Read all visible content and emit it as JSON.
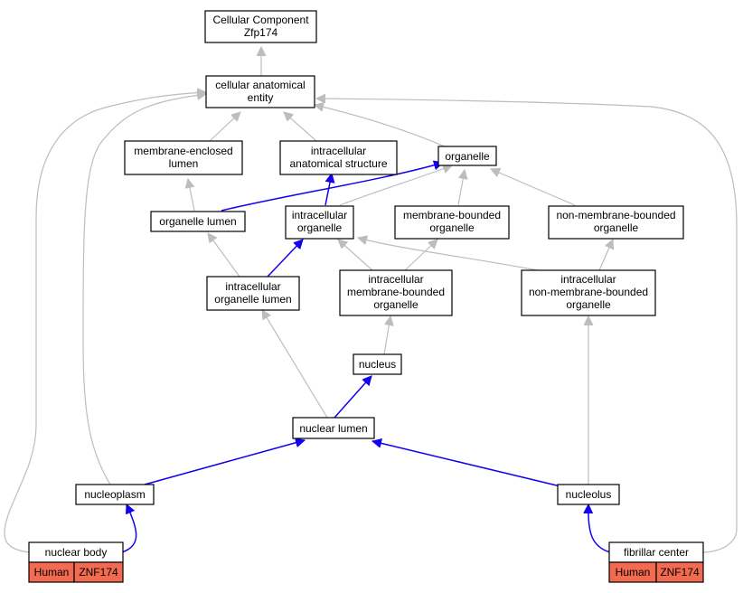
{
  "nodes": {
    "cellular_component": [
      "Cellular Component",
      "Zfp174"
    ],
    "cellular_anatomical_entity": [
      "cellular anatomical",
      "entity"
    ],
    "membrane_enclosed_lumen": [
      "membrane-enclosed",
      "lumen"
    ],
    "intracellular_anatomical_structure": [
      "intracellular",
      "anatomical structure"
    ],
    "organelle": [
      "organelle"
    ],
    "organelle_lumen": [
      "organelle lumen"
    ],
    "intracellular_organelle": [
      "intracellular",
      "organelle"
    ],
    "membrane_bounded_organelle": [
      "membrane-bounded",
      "organelle"
    ],
    "non_membrane_bounded_organelle": [
      "non-membrane-bounded",
      "organelle"
    ],
    "intracellular_organelle_lumen": [
      "intracellular",
      "organelle lumen"
    ],
    "intracellular_membrane_bounded_organelle": [
      "intracellular",
      "membrane-bounded",
      "organelle"
    ],
    "intracellular_non_membrane_bounded_organelle": [
      "intracellular",
      "non-membrane-bounded",
      "organelle"
    ],
    "nucleus": [
      "nucleus"
    ],
    "nuclear_lumen": [
      "nuclear lumen"
    ],
    "nucleoplasm": [
      "nucleoplasm"
    ],
    "nucleolus": [
      "nucleolus"
    ],
    "nuclear_body": [
      "nuclear body"
    ],
    "fibrillar_center": [
      "fibrillar center"
    ]
  },
  "annotations": {
    "nuclear_body": [
      "Human",
      "ZNF174"
    ],
    "fibrillar_center": [
      "Human",
      "ZNF174"
    ]
  },
  "colors": {
    "grey_edge": "#bdbdbd",
    "blue_edge": "#1400f0",
    "annotation_fill": "#f26a4f",
    "node_border": "#000000"
  }
}
